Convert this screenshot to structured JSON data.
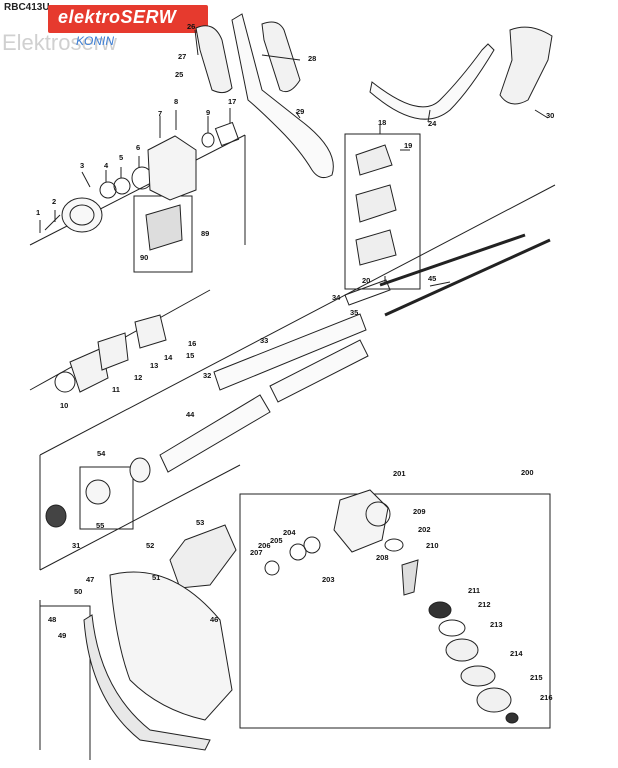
{
  "header": {
    "model": "RBC413U",
    "logo_text": "elektroSERW",
    "watermark": "Elektroserw",
    "watermark_sub": "KONIN"
  },
  "parts": [
    {
      "label": "1"
    },
    {
      "label": "2"
    },
    {
      "label": "3"
    },
    {
      "label": "4"
    },
    {
      "label": "5"
    },
    {
      "label": "6"
    },
    {
      "label": "7"
    },
    {
      "label": "8"
    },
    {
      "label": "9"
    },
    {
      "label": "10"
    },
    {
      "label": "11"
    },
    {
      "label": "12"
    },
    {
      "label": "13"
    },
    {
      "label": "14"
    },
    {
      "label": "15"
    },
    {
      "label": "16"
    },
    {
      "label": "17"
    },
    {
      "label": "18"
    },
    {
      "label": "19"
    },
    {
      "label": "20"
    },
    {
      "label": "24"
    },
    {
      "label": "25"
    },
    {
      "label": "26"
    },
    {
      "label": "27"
    },
    {
      "label": "28"
    },
    {
      "label": "29"
    },
    {
      "label": "30"
    },
    {
      "label": "31"
    },
    {
      "label": "32"
    },
    {
      "label": "33"
    },
    {
      "label": "34"
    },
    {
      "label": "35"
    },
    {
      "label": "44"
    },
    {
      "label": "45"
    },
    {
      "label": "46"
    },
    {
      "label": "47"
    },
    {
      "label": "48"
    },
    {
      "label": "49"
    },
    {
      "label": "50"
    },
    {
      "label": "51"
    },
    {
      "label": "52"
    },
    {
      "label": "53"
    },
    {
      "label": "54"
    },
    {
      "label": "55"
    },
    {
      "label": "89"
    },
    {
      "label": "90"
    },
    {
      "label": "200"
    },
    {
      "label": "201"
    },
    {
      "label": "202"
    },
    {
      "label": "203"
    },
    {
      "label": "204"
    },
    {
      "label": "205"
    },
    {
      "label": "206"
    },
    {
      "label": "207"
    },
    {
      "label": "208"
    },
    {
      "label": "209"
    },
    {
      "label": "210"
    },
    {
      "label": "211"
    },
    {
      "label": "212"
    },
    {
      "label": "213"
    },
    {
      "label": "214"
    },
    {
      "label": "215"
    },
    {
      "label": "216"
    }
  ]
}
